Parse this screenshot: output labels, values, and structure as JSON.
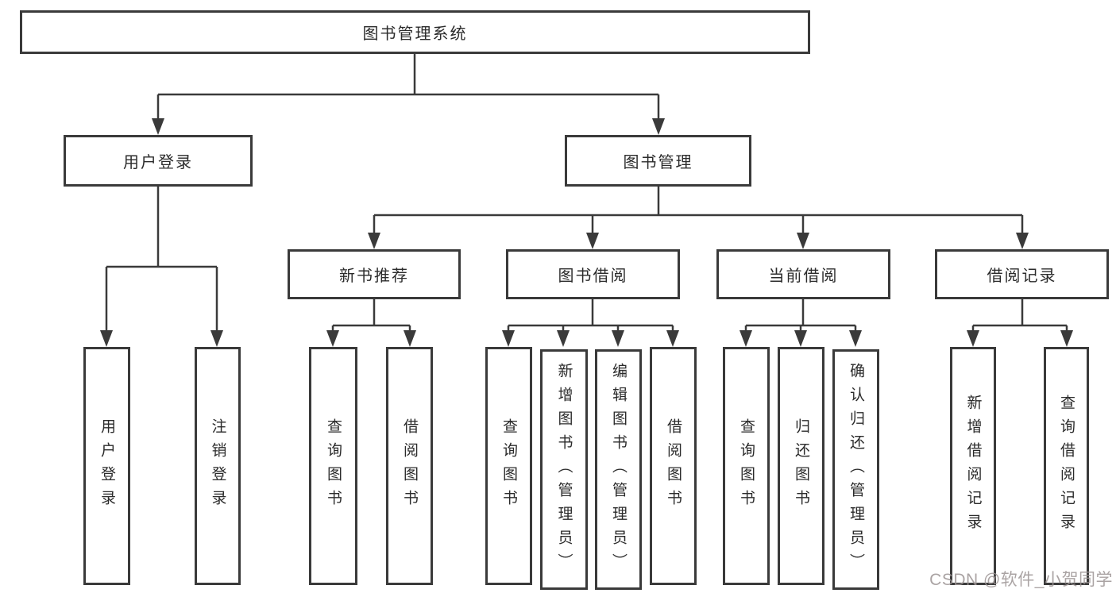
{
  "diagram": {
    "root": {
      "label": "图书管理系统"
    },
    "branches": {
      "user_login": {
        "label": "用户登录",
        "children": [
          "用户登录",
          "注销登录"
        ]
      },
      "book_management": {
        "label": "图书管理",
        "sections": {
          "new_book": {
            "label": "新书推荐",
            "children": [
              "查询图书",
              "借阅图书"
            ]
          },
          "book_borrow": {
            "label": "图书借阅",
            "children": [
              "查询图书",
              "新增图书（管理员）",
              "编辑图书（管理员）",
              "借阅图书"
            ]
          },
          "current_borrow": {
            "label": "当前借阅",
            "children": [
              "查询图书",
              "归还图书",
              "确认归还（管理员）"
            ]
          },
          "borrow_record": {
            "label": "借阅记录",
            "children": [
              "新增借阅记录",
              "查询借阅记录"
            ]
          }
        }
      }
    }
  },
  "watermark": {
    "text": "CSDN @软件_小贺同学",
    "color": "#9c9494"
  },
  "colors": {
    "line": "#3a3a3a",
    "box_border": "#3a3a3a",
    "text": "#2b2b2b",
    "background": "#ffffff"
  }
}
